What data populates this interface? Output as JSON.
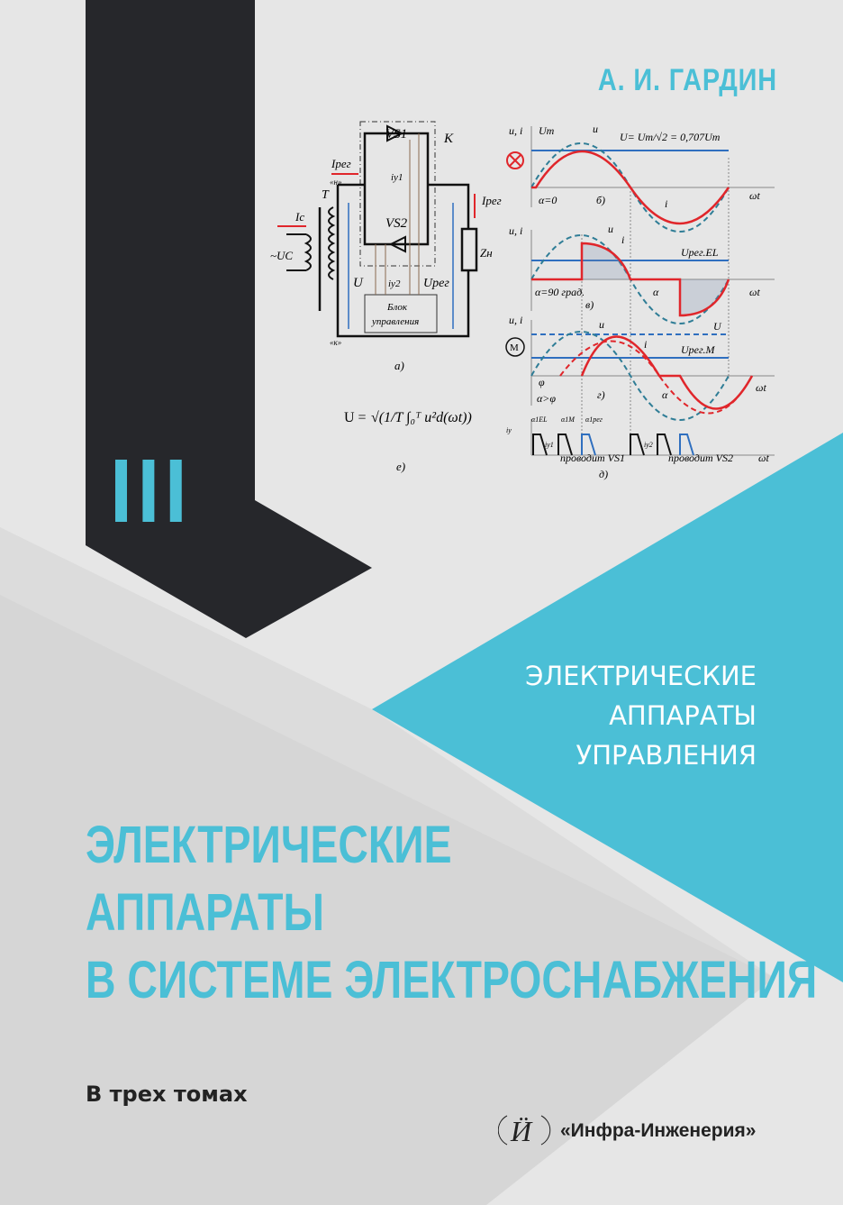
{
  "cover": {
    "author": "А. И. ГАРДИН",
    "volume_number": "III",
    "volume_subtitle": [
      "ЭЛЕКТРИЧЕСКИЕ",
      "АППАРАТЫ",
      "УПРАВЛЕНИЯ"
    ],
    "title": [
      "ЭЛЕКТРИЧЕСКИЕ",
      "АППАРАТЫ",
      "В СИСТЕМЕ ЭЛЕКТРОСНАБЖЕНИЯ"
    ],
    "volumes_note": "В трех томах",
    "publisher": "«Инфра-Инженерия»",
    "publisher_logo": "Ӥ"
  },
  "colors": {
    "teal": "#4bbfd6",
    "dark": "#26272b",
    "red": "#e0262b",
    "blue": "#2f6fbf",
    "dashed": "#2f7d96"
  },
  "diagram": {
    "circuit": {
      "vs1": "VS1",
      "vs2": "VS2",
      "k": "K",
      "ireg": "Iрег",
      "iy1": "iу1",
      "iy2": "iу2",
      "n": "«н»",
      "kk": "«к»",
      "t": "T",
      "ic": "Iс",
      "uc": "~UC",
      "u": "U",
      "ureg": "Uрег",
      "zn": "Zн",
      "block": [
        "Блок",
        "управления"
      ],
      "caption": "а)"
    },
    "formula": {
      "lhs": "U =",
      "body": "√(1/T ∫₀ᵀ u²d(ωt))",
      "caption": "е)"
    },
    "waves": {
      "ui": "u, i",
      "um": "Um",
      "u": "u",
      "i": "i",
      "el": "EL",
      "m": "M",
      "wt": "ωt",
      "formula_top": "U= Um/√2 = 0,707Um",
      "alpha0": "α=0",
      "cap_b": "б)",
      "alpha90": "α=90 град.",
      "alpha": "α",
      "cap_v": "в)",
      "uregel": "Uрег.EL",
      "U": "U",
      "uregm": "Uрег.M",
      "phi": "φ",
      "alphaphi": "α>φ",
      "cap_g": "г)",
      "iy": "iу",
      "a1el": "α1EL",
      "a1m": "α1M",
      "a1reg": "α1рег",
      "iy1": "iу1",
      "iy2": "iу2",
      "vs1": "проводит VS1",
      "vs2": "проводит VS2",
      "cap_d": "д)"
    }
  }
}
